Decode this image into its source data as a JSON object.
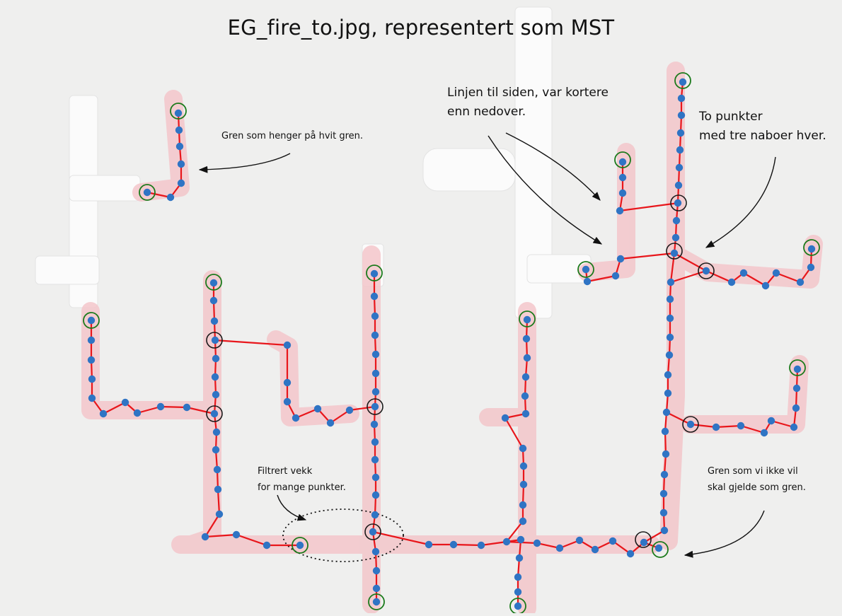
{
  "title": "EG_fire_to.jpg, representert som MST",
  "annotations": {
    "gren_hvit": "Gren som henger på hvit gren.",
    "linjen_line1": "Linjen til siden, var kortere",
    "linjen_line2": "enn nedover.",
    "to_punkter_line1": "To punkter",
    "to_punkter_line2": "med tre naboer hver.",
    "filtrert_line1": "Filtrert vekk",
    "filtrert_line2": "for mange punkter.",
    "gren_ikke_line1": "Gren som vi ikke vil",
    "gren_ikke_line2": "skal gjelde som gren."
  },
  "colors": {
    "edge": "#e8161b",
    "node": "#2f74c4",
    "endpoint_ring": "#1b7a1b",
    "junction_ring": "#1a1a1a",
    "pipe_highlight": "#f3c6ca",
    "background": "#efefee"
  },
  "legend_semantics": {
    "green_ring": "endpoint",
    "black_ring": "junction"
  }
}
